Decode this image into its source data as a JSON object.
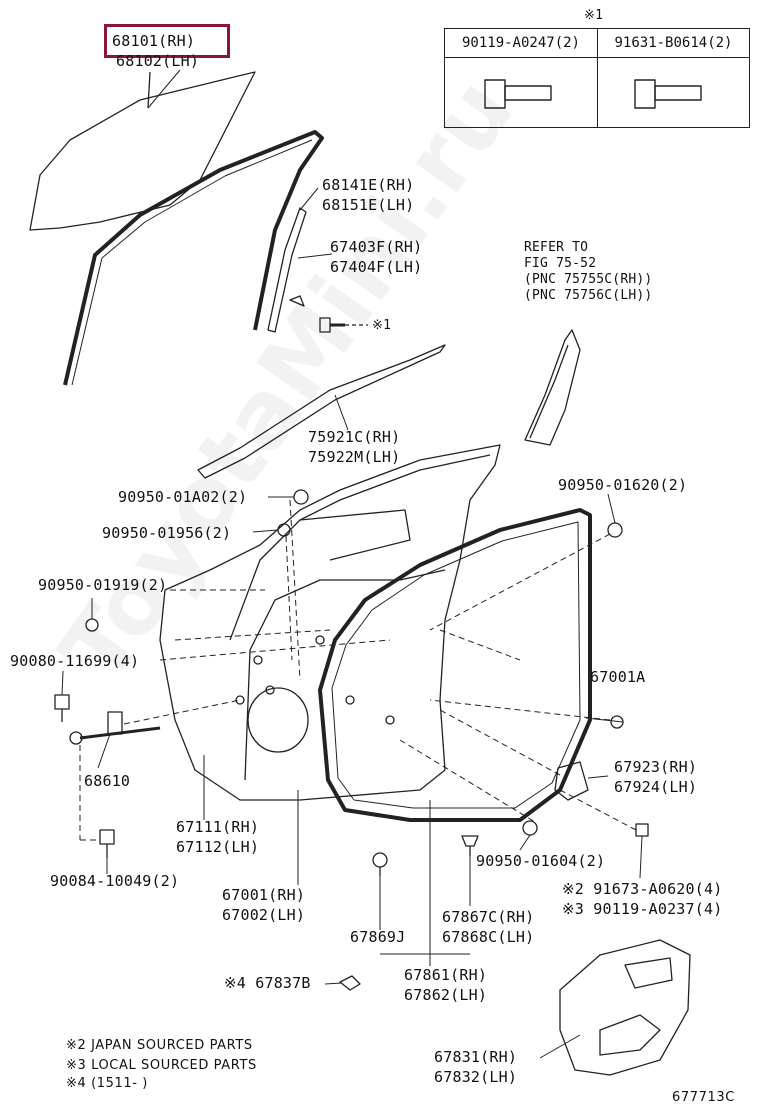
{
  "labels": {
    "p68101": "68101(RH)",
    "p68102": "68102(LH)",
    "star1_top": "※1",
    "tbl_a": "90119-A0247(2)",
    "tbl_b": "91631-B0614(2)",
    "p68141": "68141E(RH)",
    "p68151": "68151E(LH)",
    "p67403": "67403F(RH)",
    "p67404": "67404F(LH)",
    "star1_bolt": "※1",
    "refer1": "REFER TO",
    "refer2": "FIG 75-52",
    "refer3": "(PNC 75755C(RH))",
    "refer4": "(PNC 75756C(LH))",
    "p75921": "75921C(RH)",
    "p75922": "75922M(LH)",
    "p90950a02": "90950-01A02(2)",
    "p90950620": "90950-01620(2)",
    "p90950956": "90950-01956(2)",
    "p90950919": "90950-01919(2)",
    "p90080": "90080-11699(4)",
    "p67001a": "67001A",
    "p68610": "68610",
    "p67923": "67923(RH)",
    "p67924": "67924(LH)",
    "p67111": "67111(RH)",
    "p67112": "67112(LH)",
    "p90950604": "90950-01604(2)",
    "p90084": "90084-10049(2)",
    "p67001": "67001(RH)",
    "p67002": "67002(LH)",
    "p91673": "※2 91673-A0620(4)",
    "p90119": "※3 90119-A0237(4)",
    "p67867": "67867C(RH)",
    "p67868": "67868C(LH)",
    "p67869": "67869J",
    "p67861": "67861(RH)",
    "p67862": "67862(LH)",
    "p67837": "※4 67837B",
    "p67831": "67831(RH)",
    "p67832": "67832(LH)",
    "note2": "※2 JAPAN SOURCED PARTS",
    "note3": "※3 LOCAL SOURCED PARTS",
    "note4": "※4 (1511-      )",
    "figno": "677713C"
  },
  "watermark": "ToyotaMini.ru",
  "colors": {
    "highlight": "#8a1538",
    "line": "#222222"
  }
}
